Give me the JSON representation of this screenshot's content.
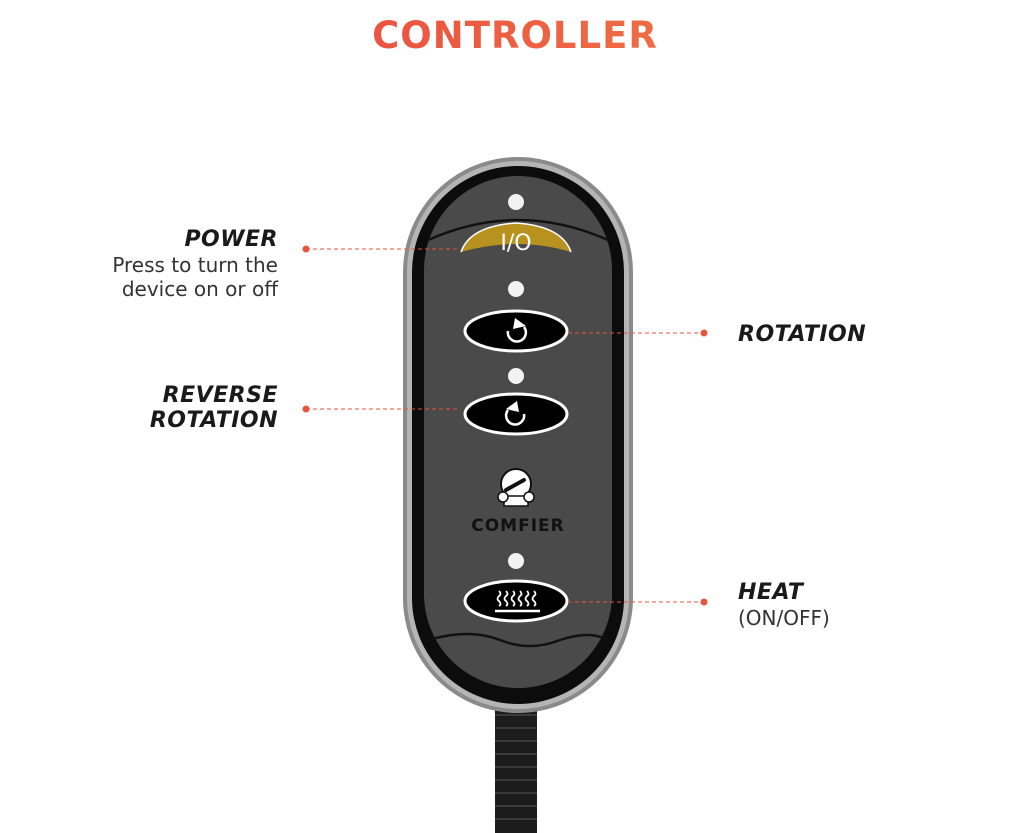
{
  "title": "CONTROLLER",
  "callouts": {
    "power": {
      "label": "POWER",
      "description_line1": "Press to turn the",
      "description_line2": "device on or off"
    },
    "rotation": {
      "label": "ROTATION"
    },
    "reverse": {
      "label_line1": "REVERSE",
      "label_line2": "ROTATION"
    },
    "heat": {
      "label": "HEAT",
      "description": "(ON/OFF)"
    }
  },
  "controller": {
    "power_button_text": "I/O",
    "brand": "COMFIER",
    "power_color": "#b8921f",
    "accent": "#e8553a"
  }
}
